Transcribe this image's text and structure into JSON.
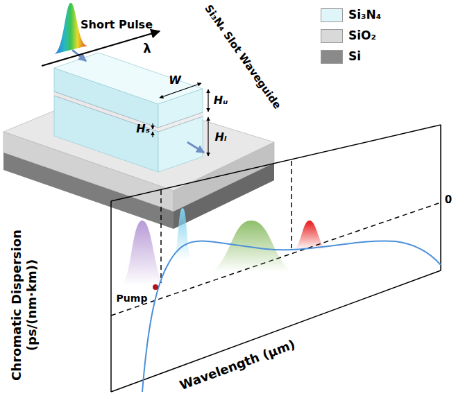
{
  "diagram": {
    "labels": [
      "Short Pulse",
      "λ",
      "Si₃N₄ Slot Waveguide",
      "W",
      "Hᵤ",
      "Hₛ",
      "Hₗ",
      "0",
      "Pump",
      "Chromatic Dispersion (ps/(nm·km))",
      "Wavelength (μm)"
    ],
    "legend": [
      {
        "text": "Si₃N₄",
        "color": "#dff5fa"
      },
      {
        "text": "SiO₂",
        "color": "#d9d9d9"
      },
      {
        "text": "Si",
        "color": "#8a8a8a"
      }
    ]
  }
}
